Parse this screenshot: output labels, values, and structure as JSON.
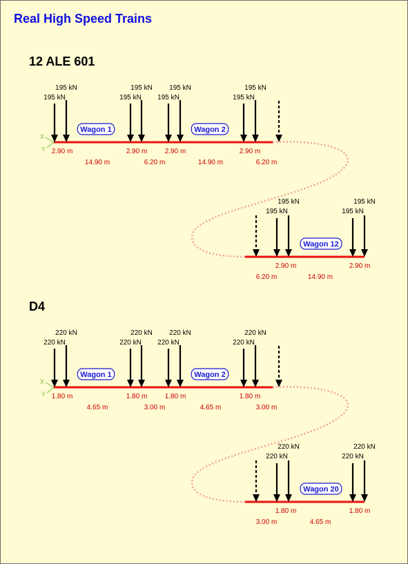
{
  "title": "Real High Speed Trains",
  "colors": {
    "background": "#fffbd2",
    "title": "#1010e0",
    "track": "#ee1111",
    "dimension": "#cc0000",
    "connector": "#f0a0a0",
    "axis_x": "#7fbf3f",
    "axis_y": "#7fbf3f",
    "wagon_label": "#1a1ad0"
  },
  "axis_labels": {
    "x": "X",
    "y": "Y"
  },
  "trains": [
    {
      "name": "12 ALE 601",
      "load": "195 kN",
      "wagons_top": [
        "Wagon 1",
        "Wagon 2"
      ],
      "wagon_bottom": "Wagon 12",
      "top_axle_spacing": [
        "2.90 m",
        "2.90 m",
        "2.90 m",
        "2.90 m"
      ],
      "top_span_spacing": [
        "14.90 m",
        "6.20 m",
        "14.90 m",
        "6.20 m"
      ],
      "bottom_axle_spacing": [
        "2.90 m",
        "2.90 m"
      ],
      "bottom_span_spacing": [
        "6.20 m",
        "14.90 m"
      ]
    },
    {
      "name": "D4",
      "load": "220 kN",
      "wagons_top": [
        "Wagon 1",
        "Wagon 2"
      ],
      "wagon_bottom": "Wagon 20",
      "top_axle_spacing": [
        "1.80 m",
        "1.80 m",
        "1.80 m",
        "1.80 m"
      ],
      "top_span_spacing": [
        "4.65 m",
        "3.00 m",
        "4.65 m",
        "3.00 m"
      ],
      "bottom_axle_spacing": [
        "1.80 m",
        "1.80 m"
      ],
      "bottom_span_spacing": [
        "3.00 m",
        "4.65 m"
      ]
    }
  ]
}
